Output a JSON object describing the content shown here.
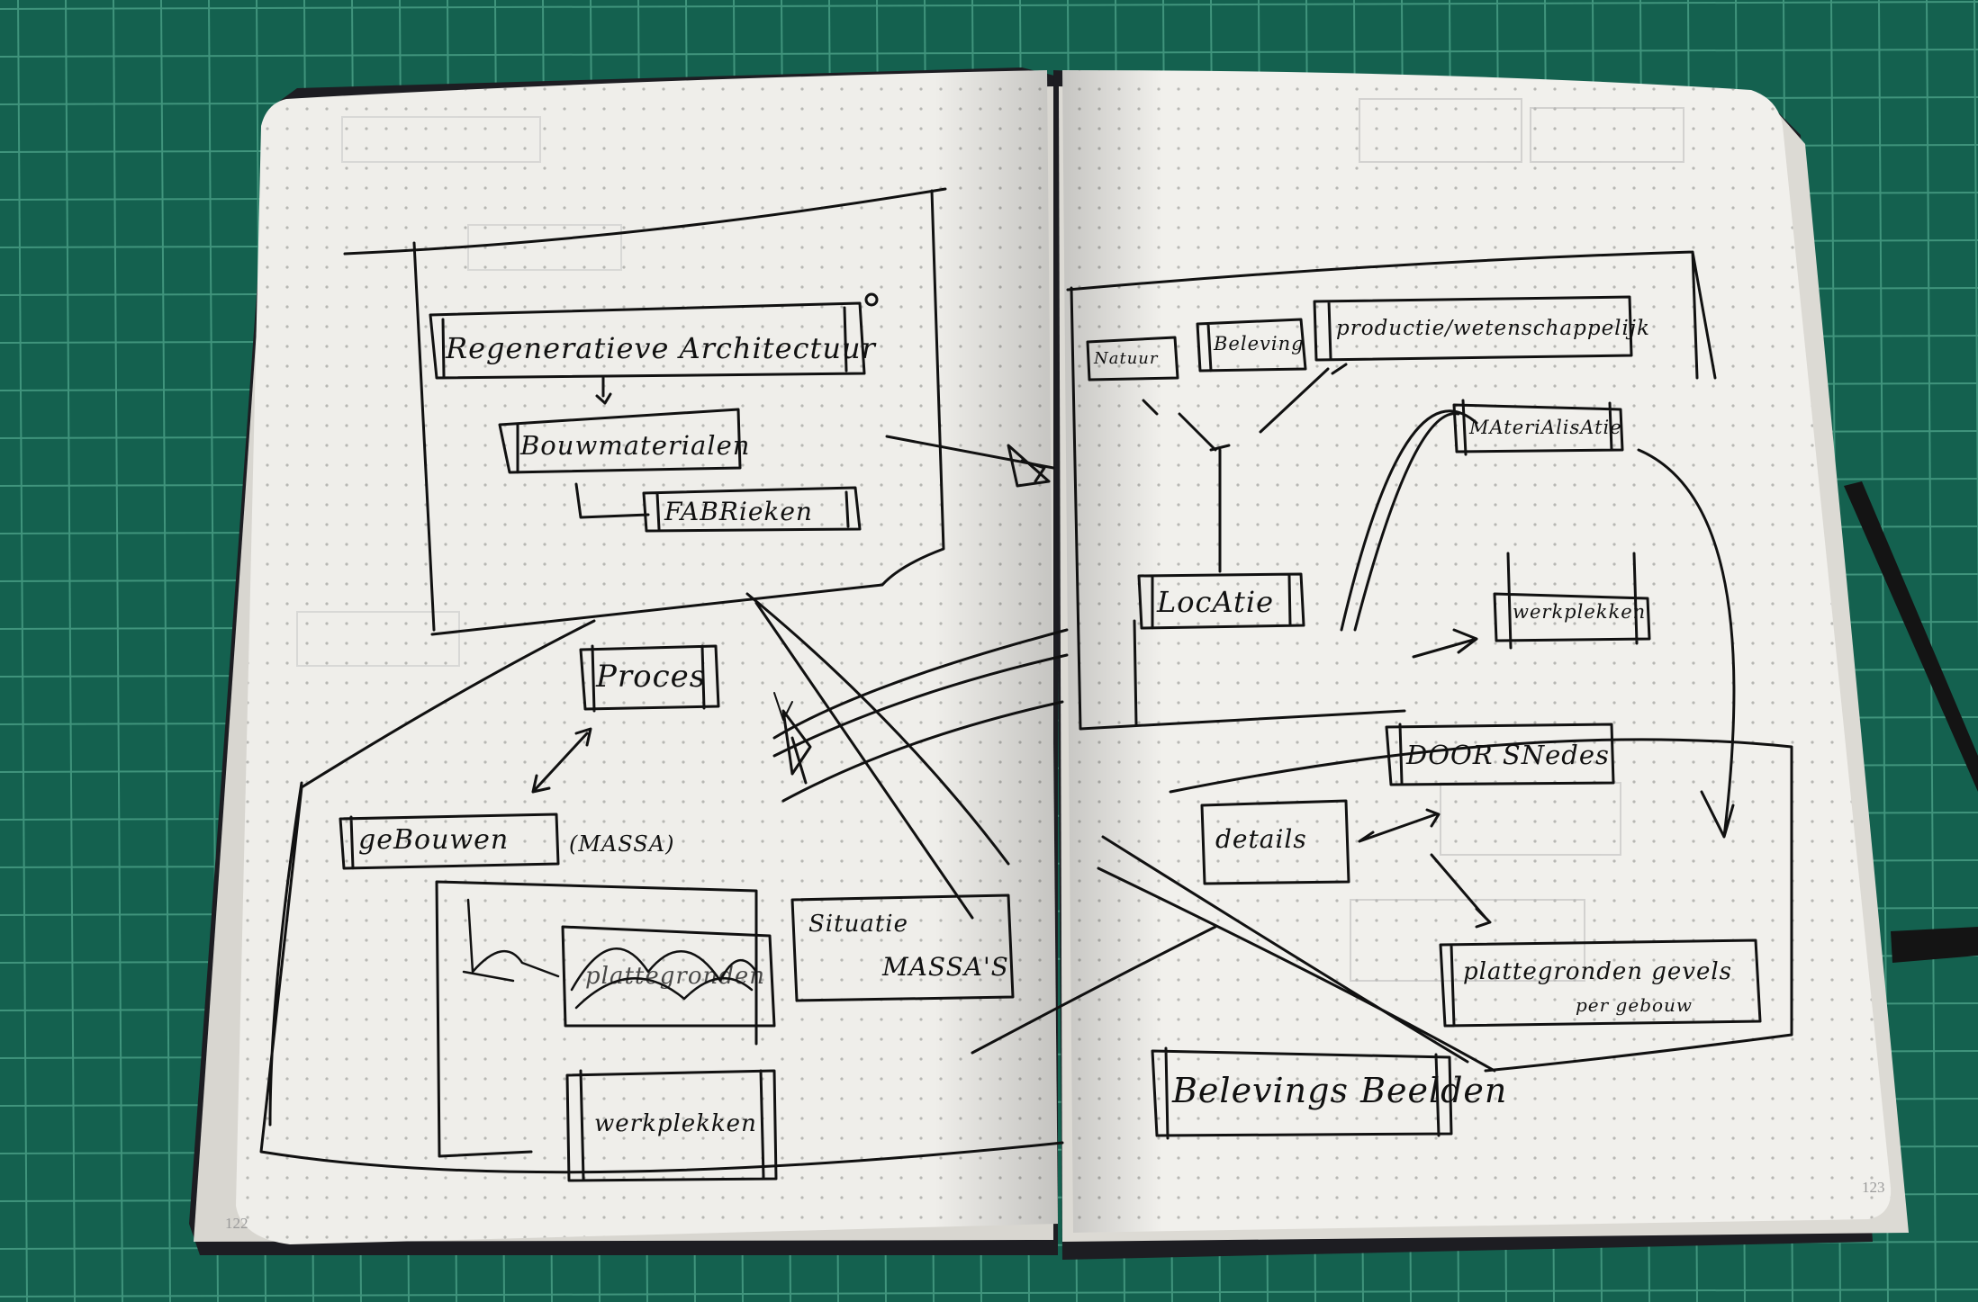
{
  "colors": {
    "cutting_mat": "#14614f",
    "grid_line": "#4fa58c",
    "paper": "#efeeea",
    "ink": "#111111",
    "dots": "#b7b7b3",
    "elastic": "#141414"
  },
  "left_page": {
    "page_number": "122",
    "labels": {
      "regenerative": "Regeneratieve Architectuur",
      "bouwmaterialen": "Bouwmaterialen",
      "fabrieken": "FABRieken",
      "proces": "Proces",
      "gebouwen": "geBouwen",
      "massa": "(MASSA)",
      "situatie": "Situatie",
      "massas": "MASSA'S",
      "plattegronden": "plattegronden",
      "werkplekken": "werkplekken"
    }
  },
  "right_page": {
    "page_number": "123",
    "labels": {
      "natuur": "Natuur",
      "beleving": "Beleving",
      "productie": "productie/wetenschappelijk",
      "materialisatie": "MAteriAlisAtie",
      "locatie": "LocAtie",
      "werkplekken": "werkplekken",
      "doorsnedes": "DOOR SNedes",
      "details": "details",
      "plattegronden": "plattegronden gevels",
      "per_gebouw": "per gebouw",
      "belevingsbeelden": "Belevings Beelden"
    }
  }
}
